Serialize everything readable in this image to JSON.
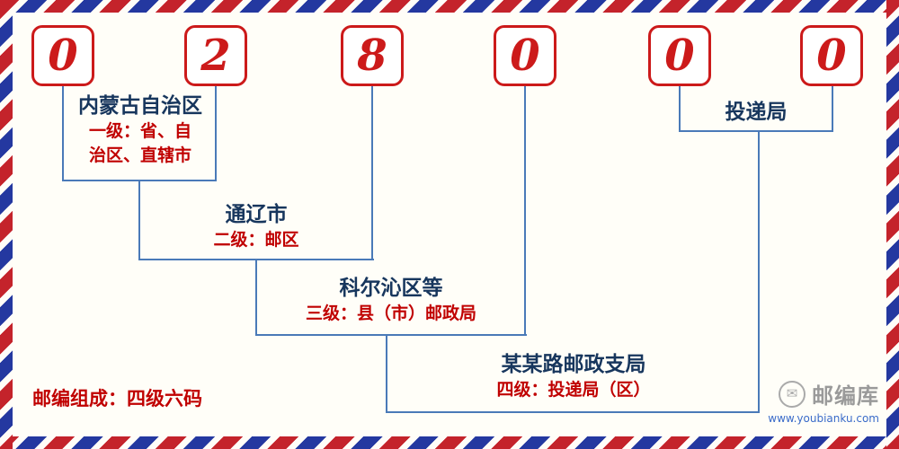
{
  "digits": [
    "0",
    "2",
    "8",
    "0",
    "0",
    "0"
  ],
  "levels": [
    {
      "name": "内蒙古自治区",
      "desc_line1": "一级：省、自",
      "desc_line2": "治区、直辖市"
    },
    {
      "name": "通辽市",
      "desc_line1": "二级：邮区"
    },
    {
      "name": "科尔沁区等",
      "desc_line1": "三级：县（市）邮政局"
    },
    {
      "name": "某某路邮政支局",
      "desc_line1": "四级：投递局（区）"
    },
    {
      "name": "投递局"
    }
  ],
  "footer": {
    "composition": "邮编组成：四级六码"
  },
  "logo": {
    "envelope_icon": "✉",
    "brand": "邮编库",
    "url": "www.youbianku.com"
  },
  "colors": {
    "digit-red": "#cc1a1a",
    "title-navy": "#17365d",
    "desc-red": "#c00000",
    "line-blue": "#4a7ab8",
    "stripe-red": "#c4232b",
    "stripe-blue": "#2438a0",
    "bg": "#fffef8"
  }
}
